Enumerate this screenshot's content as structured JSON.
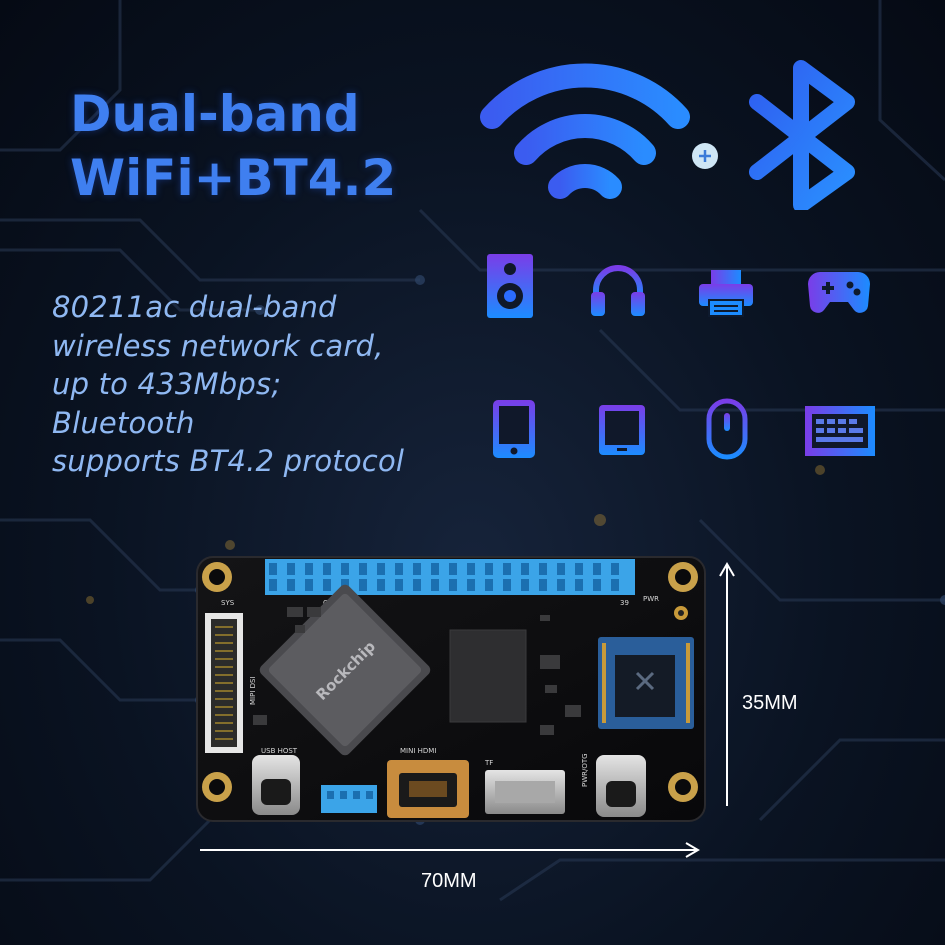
{
  "headline": {
    "line1": "Dual-band",
    "line2": "WiFi+BT4.2"
  },
  "description": {
    "lines": [
      "80211ac dual-band",
      "wireless network card,",
      "up to 433Mbps;",
      "Bluetooth",
      "supports BT4.2 protocol"
    ]
  },
  "icons": {
    "top": [
      "wifi-icon",
      "plus-icon",
      "bluetooth-icon"
    ],
    "row1": [
      "speaker-icon",
      "headphones-icon",
      "printer-icon",
      "gamepad-icon"
    ],
    "row2": [
      "phone-icon",
      "tablet-icon",
      "mouse-icon",
      "keyboard-icon"
    ]
  },
  "board": {
    "chip_label": "Rockchip",
    "silk_labels": [
      "SYS",
      "GPIO",
      "PWR",
      "MIPI DSI",
      "USB HOST",
      "MINI HDMI",
      "TF",
      "PWR/OTG",
      "39"
    ]
  },
  "dimensions": {
    "height_label": "35MM",
    "width_label": "70MM"
  },
  "colors": {
    "accent_blue": "#3f7ff0",
    "text_light_blue": "#8fb8f2",
    "icon_gradient_start": "#6a40e6",
    "icon_gradient_end": "#1e90ff",
    "pcb_black": "#0c0c0e",
    "gpio_header_blue": "#3ba4e8"
  }
}
